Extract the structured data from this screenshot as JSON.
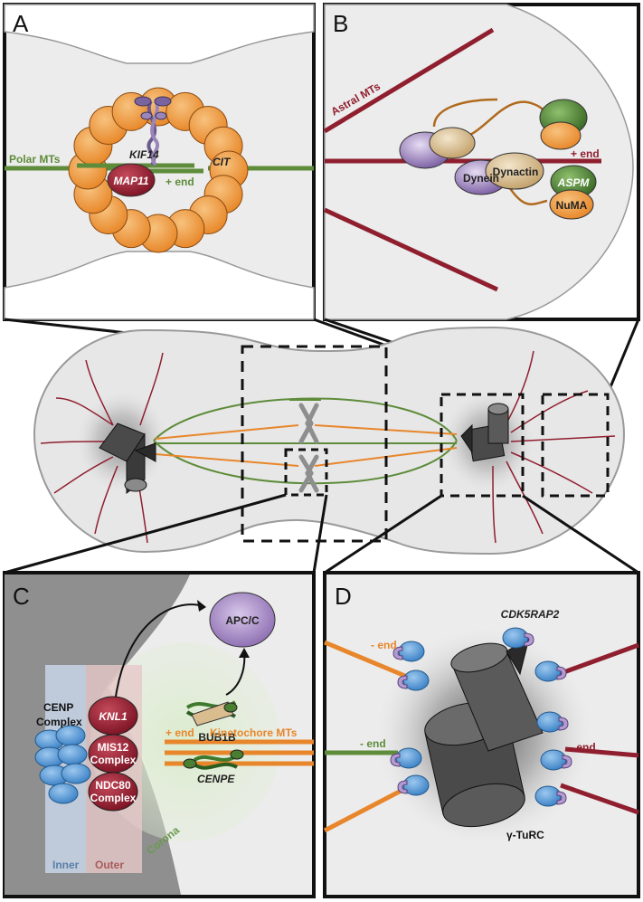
{
  "panels": {
    "A": {
      "letter": "A",
      "polar_mts": "Polar MTs",
      "kif14": "KIF14",
      "cit": "CIT",
      "map11": "MAP11",
      "plus_end": "+ end"
    },
    "B": {
      "letter": "B",
      "astral_mts": "Astral MTs",
      "plus_end": "+ end",
      "dynein": "Dynein",
      "dynactin": "Dynactin",
      "aspm": "ASPM",
      "numa": "NuMA"
    },
    "C": {
      "letter": "C",
      "apcc": "APC/C",
      "bub1b": "BUB1B",
      "cenp_complex_1": "CENP",
      "cenp_complex_2": "Complex",
      "knl1": "KNL1",
      "mis12_1": "MIS12",
      "mis12_2": "Complex",
      "ndc80_1": "NDC80",
      "ndc80_2": "Complex",
      "plus_end": "+ end",
      "kinetochore_mts": "Kinetochore MTs",
      "cenpe": "CENPE",
      "inner": "Inner",
      "outer": "Outer",
      "corona": "Corona"
    },
    "D": {
      "letter": "D",
      "cdk5rap2": "CDK5RAP2",
      "minus_end_1": "- end",
      "minus_end_2": "- end",
      "minus_end_3": "- end",
      "gamma_turc": "γ-TuRC"
    }
  },
  "colors": {
    "polar_mt": "#5e8c3a",
    "astral_mt": "#8f1f2f",
    "kinetochore_mt": "#e8862b",
    "orange_bead": "#f0a24a",
    "map11": "#9e2233",
    "dynein": "#8a6aa8",
    "dynactin": "#d9bd8e",
    "aspm": "#4a7f32",
    "cenp": "#5a9bd6",
    "apcc": "#9a80b8",
    "panel_bg": "#ececec",
    "cell": "#e7e7e7",
    "chromosome": "#8e8e8e"
  }
}
